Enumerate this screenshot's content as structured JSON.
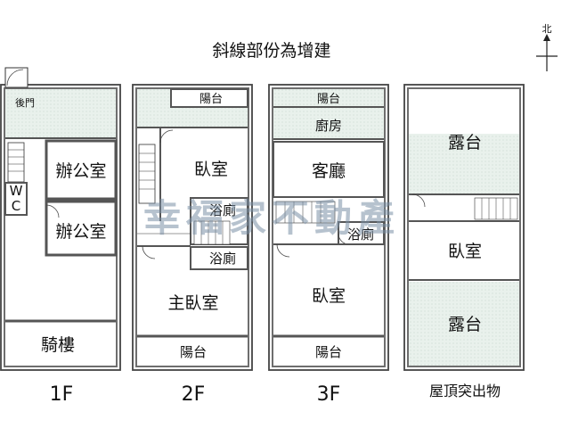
{
  "title": "斜線部份為增建",
  "compass": {
    "label": "北"
  },
  "watermark": "幸福家不動產",
  "floors": [
    {
      "label": "1F",
      "rooms": [
        "後門",
        "辦公室",
        "W",
        "C",
        "辦公室",
        "騎樓"
      ]
    },
    {
      "label": "2F",
      "rooms": [
        "陽台",
        "臥室",
        "浴廁",
        "浴廁",
        "主臥室",
        "陽台"
      ]
    },
    {
      "label": "3F",
      "rooms": [
        "陽台",
        "廚房",
        "客廳",
        "浴廁",
        "臥室",
        "陽台"
      ]
    },
    {
      "label": "屋頂突出物",
      "rooms": [
        "露台",
        "臥室",
        "露台"
      ]
    }
  ],
  "colors": {
    "wall": "#6e6e6e",
    "wall_inner": "#ffffff",
    "line": "#333333",
    "extension_fill": "#e6efe9",
    "watermark": "#7a8fa6"
  }
}
